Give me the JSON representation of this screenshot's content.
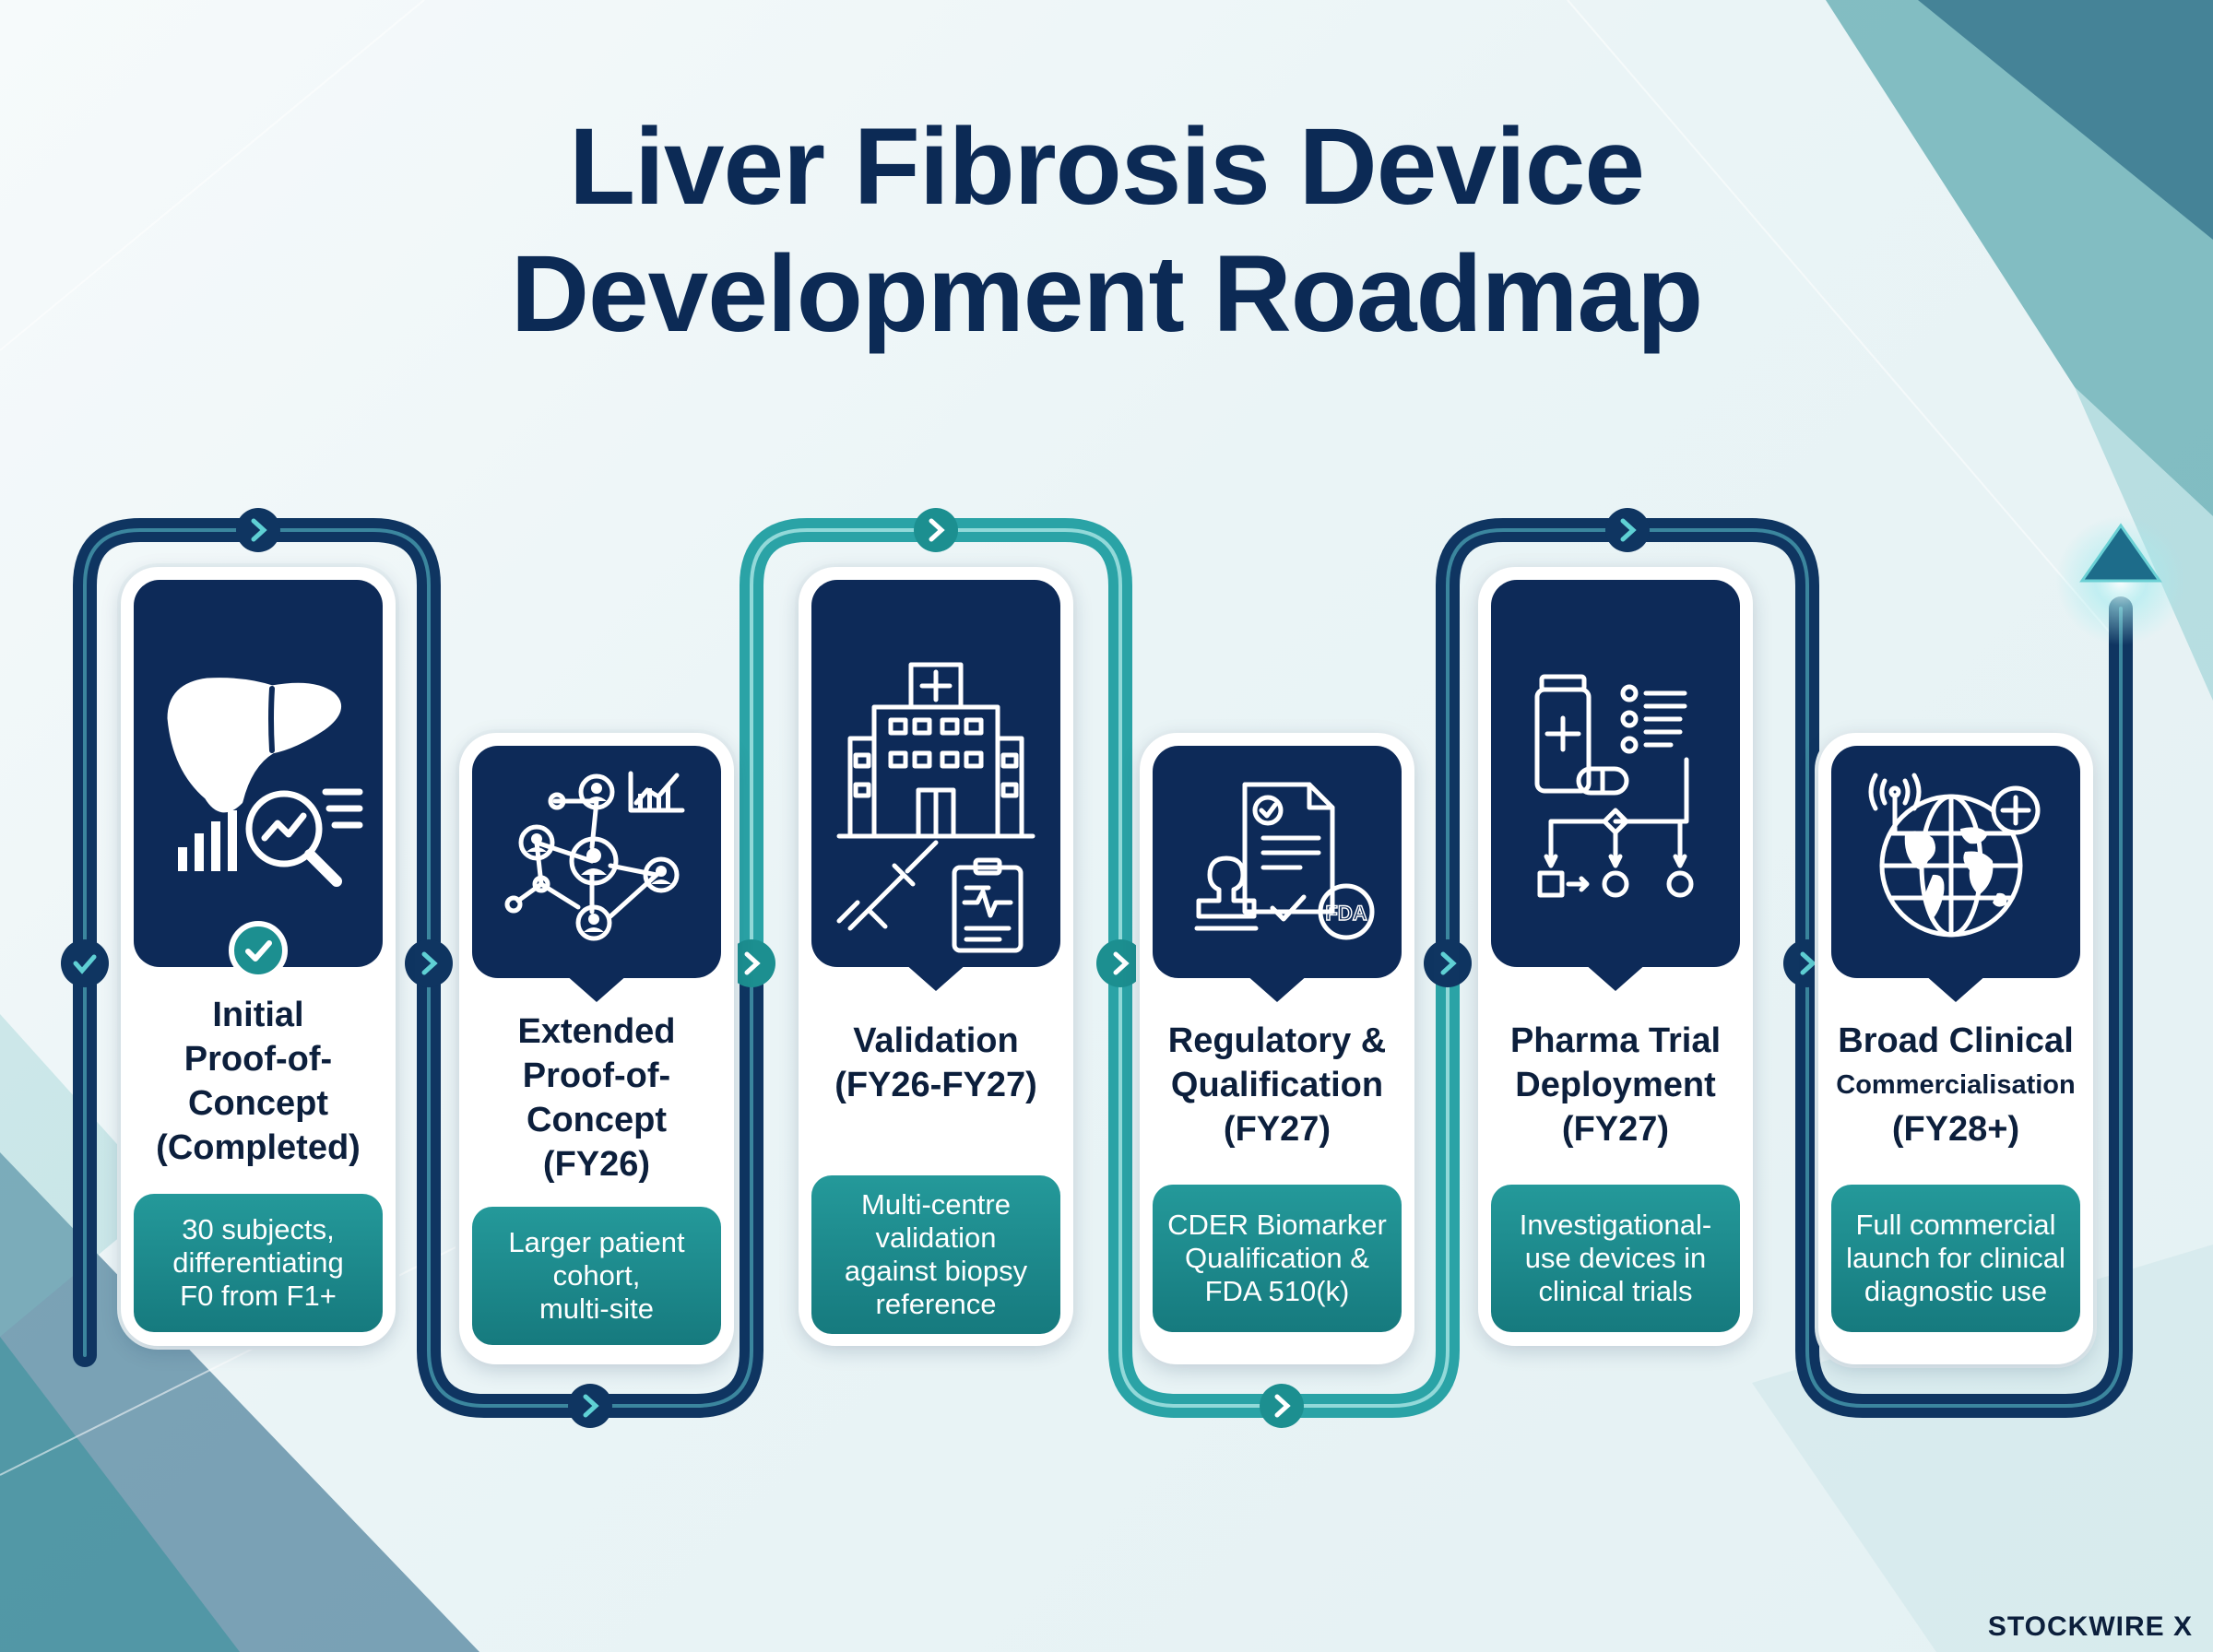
{
  "title": {
    "line1": "Liver Fibrosis Device",
    "line2": "Development Roadmap"
  },
  "steps": [
    {
      "icon": "liver-analytics-icon",
      "status": "completed",
      "title_lines": [
        "Initial",
        "Proof-of-",
        "Concept",
        "(Completed)"
      ],
      "desc_lines": [
        "30 subjects,",
        "differentiating",
        "F0 from F1+"
      ]
    },
    {
      "icon": "patient-network-icon",
      "title_lines": [
        "Extended",
        "Proof-of-",
        "Concept",
        "(FY26)"
      ],
      "desc_lines": [
        "Larger patient",
        "cohort,",
        "multi-site"
      ]
    },
    {
      "icon": "hospital-syringe-icon",
      "title_lines": [
        "Validation",
        "(FY26-FY27)"
      ],
      "desc_lines": [
        "Multi-centre",
        "validation",
        "against biopsy",
        "reference"
      ]
    },
    {
      "icon": "fda-document-stamp-icon",
      "title_lines": [
        "Regulatory &",
        "Qualification",
        "(FY27)"
      ],
      "desc_lines": [
        "CDER Biomarker",
        "Qualification &",
        "FDA 510(k)"
      ]
    },
    {
      "icon": "pharma-flowchart-icon",
      "title_lines": [
        "Pharma Trial",
        "Deployment",
        "(FY27)"
      ],
      "desc_lines": [
        "Investigational-",
        "use devices in",
        "clinical trials"
      ]
    },
    {
      "icon": "global-health-icon",
      "title_lines": [
        "Broad Clinical",
        "Commercialisation",
        "(FY28+)"
      ],
      "desc_lines": [
        "Full commercial",
        "launch for clinical",
        "diagnostic use"
      ]
    }
  ],
  "fda_mark": "FDA",
  "brand": "STOCKWIRE X",
  "colors": {
    "navy": "#0c2a55",
    "teal": "#1c8f90",
    "track_outer": "#0f3561",
    "track_inner": "#2aa3a6"
  }
}
